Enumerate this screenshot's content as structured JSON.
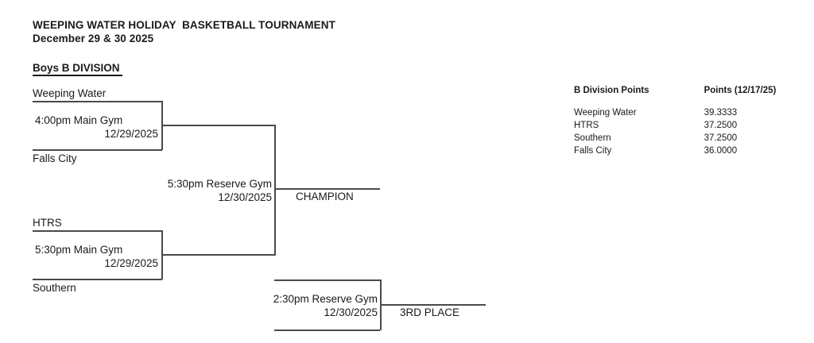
{
  "header": {
    "title": "WEEPING WATER HOLIDAY  BASKETBALL TOURNAMENT",
    "dates": "December 29 & 30 2025",
    "division": "Boys B DIVISION "
  },
  "bracket": {
    "games": [
      {
        "id": "semifinal-1",
        "top_team": "Weeping Water",
        "bottom_team": "Falls City",
        "venue": "4:00pm Main Gym",
        "date": "12/29/2025"
      },
      {
        "id": "semifinal-2",
        "top_team": "HTRS",
        "bottom_team": "Southern",
        "venue": "5:30pm Main Gym",
        "date": "12/29/2025"
      },
      {
        "id": "championship",
        "venue": "5:30pm Reserve Gym",
        "date": "12/30/2025",
        "outcome": "CHAMPION"
      },
      {
        "id": "third-place",
        "venue": "2:30pm Reserve Gym",
        "date": "12/30/2025",
        "outcome": "3RD PLACE"
      }
    ]
  },
  "points_table": {
    "headers": {
      "team": "B Division Points",
      "points": "Points (12/17/25)"
    },
    "rows": [
      {
        "team": "Weeping Water",
        "points": "39.3333"
      },
      {
        "team": "HTRS",
        "points": "37.2500"
      },
      {
        "team": "Southern",
        "points": "37.2500"
      },
      {
        "team": "Falls City",
        "points": "36.0000"
      }
    ]
  },
  "colors": {
    "text": "#1a1a1a",
    "line": "#4a4a4a",
    "background": "#ffffff"
  }
}
